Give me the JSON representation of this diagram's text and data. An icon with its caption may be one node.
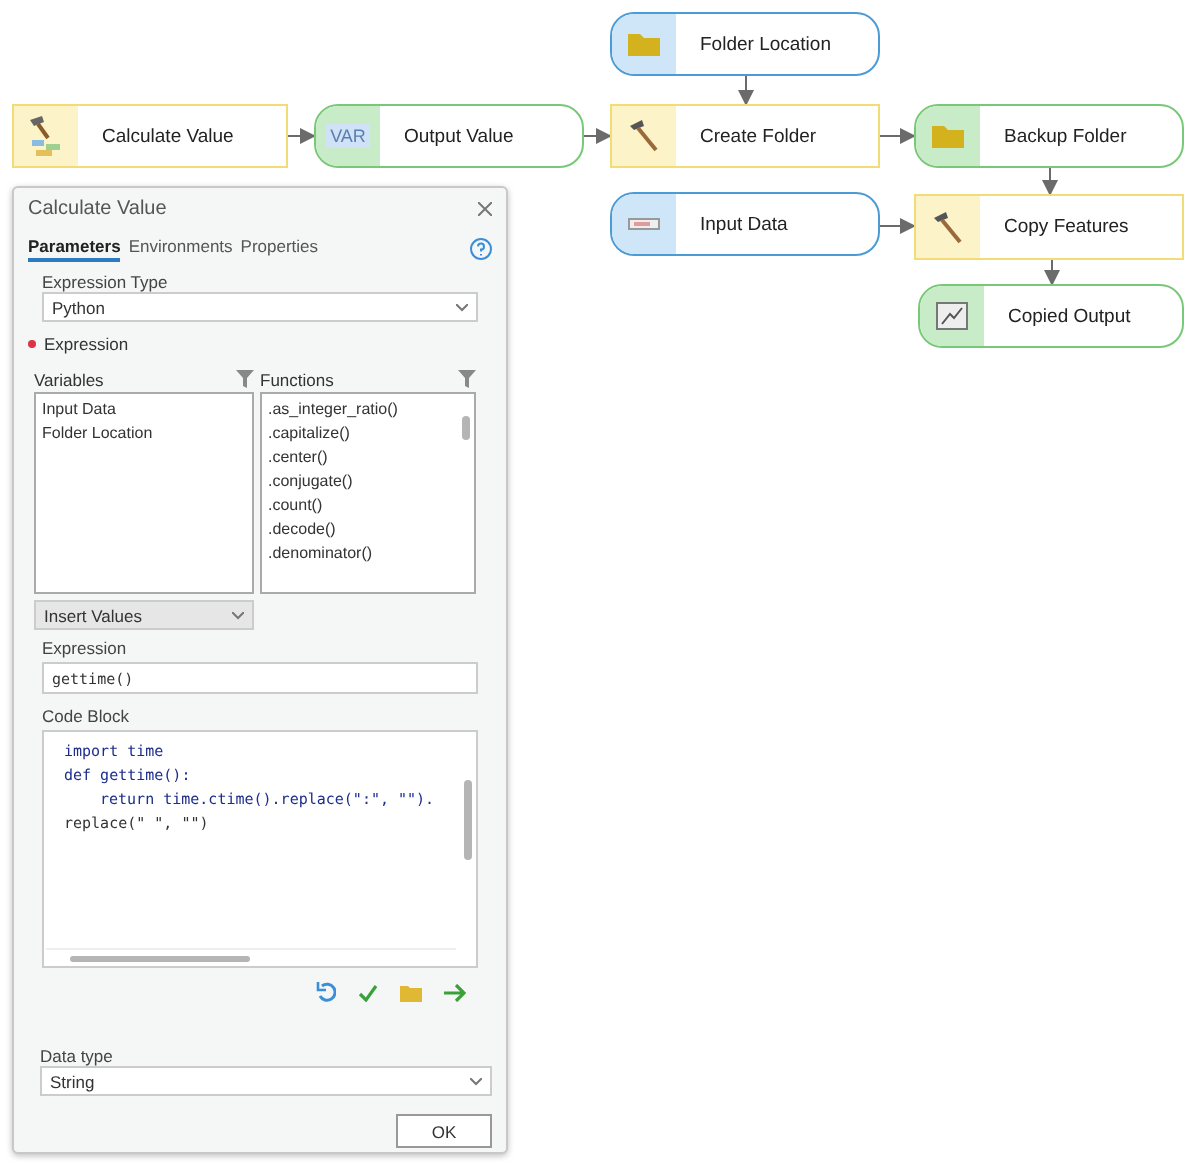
{
  "diagram": {
    "nodes": [
      {
        "text": [
          "Calculate Value"
        ]
      },
      {
        "text": [
          "VAR",
          "Output Value"
        ]
      },
      {
        "text": [
          "Folder Location"
        ]
      },
      {
        "text": [
          "Create Folder"
        ]
      },
      {
        "text": [
          "Backup Folder"
        ]
      },
      {
        "text": [
          "Input Data"
        ]
      },
      {
        "text": [
          "Copy Features"
        ]
      },
      {
        "text": [
          "Copied Output"
        ]
      }
    ],
    "edges": [
      {
        "from": 0,
        "to": 1,
        "arrow": "to"
      },
      {
        "from": 1,
        "to": 3,
        "arrow": "to"
      },
      {
        "from": 2,
        "to": 3,
        "arrow": "to"
      },
      {
        "from": 3,
        "to": 4,
        "arrow": "to"
      },
      {
        "from": 4,
        "to": 6,
        "arrow": "to"
      },
      {
        "from": 5,
        "to": 6,
        "arrow": "to"
      },
      {
        "from": 6,
        "to": 7,
        "arrow": "to"
      }
    ],
    "labels": [
      "Calculate Value",
      "Parameters",
      "Environments",
      "Properties",
      "Expression Type",
      "Python",
      "Expression",
      "Variables",
      "Functions",
      "Input Data",
      "Folder Location",
      ".as_integer_ratio()",
      ".capitalize()",
      ".center()",
      ".conjugate()",
      ".count()",
      ".decode()",
      ".denominator()",
      "Insert Values",
      "Expression",
      "gettime()",
      "Code Block",
      "import time",
      "def gettime():",
      "return time.ctime().replace(\":\", \"\").",
      "replace(\" \", \"\")",
      "Data type",
      "String",
      "OK"
    ]
  }
}
